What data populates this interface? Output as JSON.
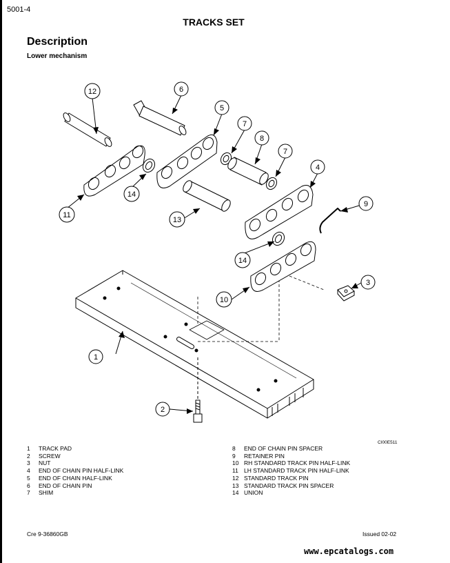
{
  "header": {
    "page_number": "5001-4",
    "title": "TRACKS SET",
    "section": "Description",
    "subsection": "Lower mechanism"
  },
  "figure": {
    "code": "CI00E511",
    "callouts": [
      "1",
      "2",
      "3",
      "4",
      "5",
      "6",
      "7",
      "8",
      "9",
      "10",
      "11",
      "12",
      "13",
      "14"
    ]
  },
  "legend": {
    "left": [
      {
        "num": "1",
        "name": "TRACK PAD"
      },
      {
        "num": "2",
        "name": "SCREW"
      },
      {
        "num": "3",
        "name": "NUT"
      },
      {
        "num": "4",
        "name": "END OF CHAIN PIN HALF-LINK"
      },
      {
        "num": "5",
        "name": "END OF CHAIN HALF-LINK"
      },
      {
        "num": "6",
        "name": "END OF CHAIN PIN"
      },
      {
        "num": "7",
        "name": "SHIM"
      }
    ],
    "right": [
      {
        "num": "8",
        "name": "END OF CHAIN PIN SPACER"
      },
      {
        "num": "9",
        "name": "RETAINER PIN"
      },
      {
        "num": "10",
        "name": "RH STANDARD TRACK PIN HALF-LINK"
      },
      {
        "num": "11",
        "name": "LH STANDARD TRACK PIN HALF-LINK"
      },
      {
        "num": "12",
        "name": "STANDARD TRACK PIN"
      },
      {
        "num": "13",
        "name": "STANDARD TRACK PIN SPACER"
      },
      {
        "num": "14",
        "name": "UNION"
      }
    ]
  },
  "footer": {
    "doc_ref": "Cre  9-36860GB",
    "issue": "Issued 02-02",
    "watermark": "www.epcatalogs.com"
  }
}
